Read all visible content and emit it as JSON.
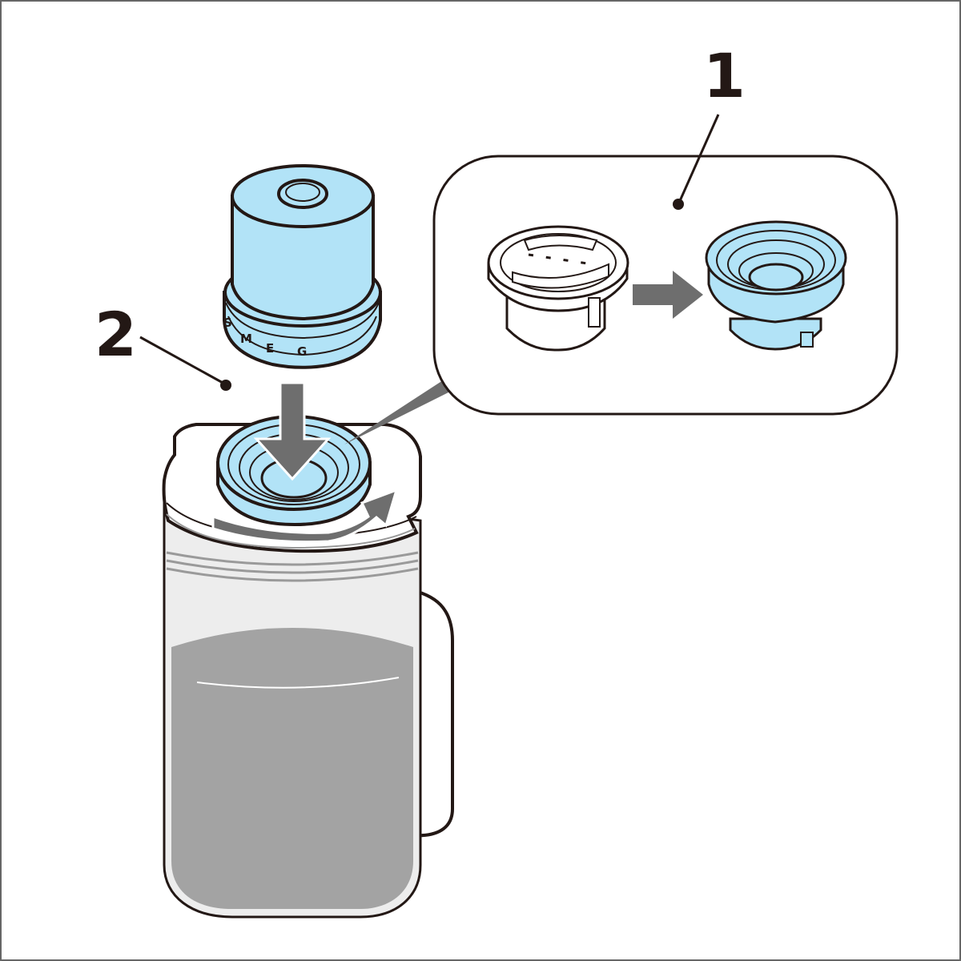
{
  "callouts": [
    {
      "label": "1"
    },
    {
      "label": "2"
    }
  ],
  "brand_letters": [
    "S",
    "M",
    "E",
    "G"
  ],
  "colors": {
    "outline": "#231815",
    "frame": "#666666",
    "part_blue": "#b2e3f7",
    "arrow_grey": "#6e6e6e",
    "liquid": "#a3a3a3",
    "glass": "#ededed",
    "white": "#ffffff"
  },
  "icons": [
    "motor-unit-icon",
    "pitcher-icon",
    "filter-cap-icon",
    "blue-seal-icon"
  ]
}
